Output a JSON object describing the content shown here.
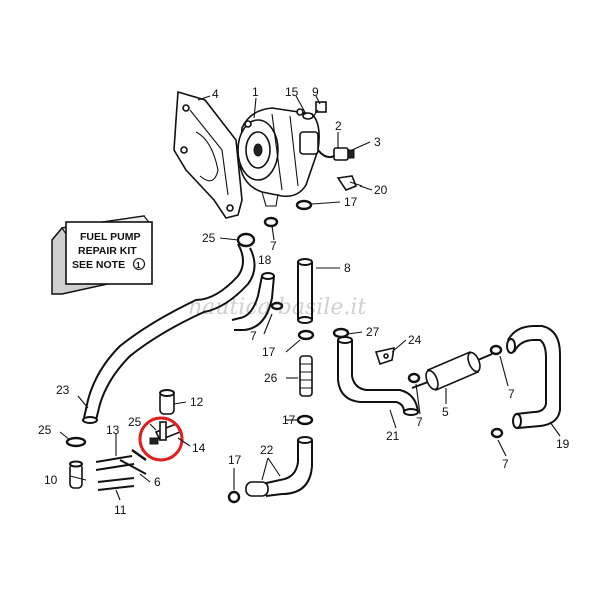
{
  "watermark": "nautica basile.it",
  "kit_note": {
    "line1": "FUEL PUMP",
    "line2": "REPAIR KIT",
    "line3": "SEE NOTE",
    "note_symbol": "1"
  },
  "callouts": {
    "n4": "4",
    "n1": "1",
    "n15": "15",
    "n9": "9",
    "n2": "2",
    "n3": "3",
    "n20": "20",
    "n17a": "17",
    "n25a": "25",
    "n7a": "7",
    "n18": "18",
    "n8": "8",
    "n7b": "7",
    "n27": "27",
    "n17b": "17",
    "n24": "24",
    "n7c": "7",
    "n26": "26",
    "n7d": "7",
    "n5": "5",
    "n21": "21",
    "n19": "19",
    "n23": "23",
    "n12": "12",
    "n25b": "25",
    "n13": "13",
    "n25c": "25",
    "n14": "14",
    "n17c": "17",
    "n6": "6",
    "n22": "22",
    "n17d": "17",
    "n10": "10",
    "n11": "11",
    "n7e": "7"
  },
  "highlight_color": "#e02020"
}
